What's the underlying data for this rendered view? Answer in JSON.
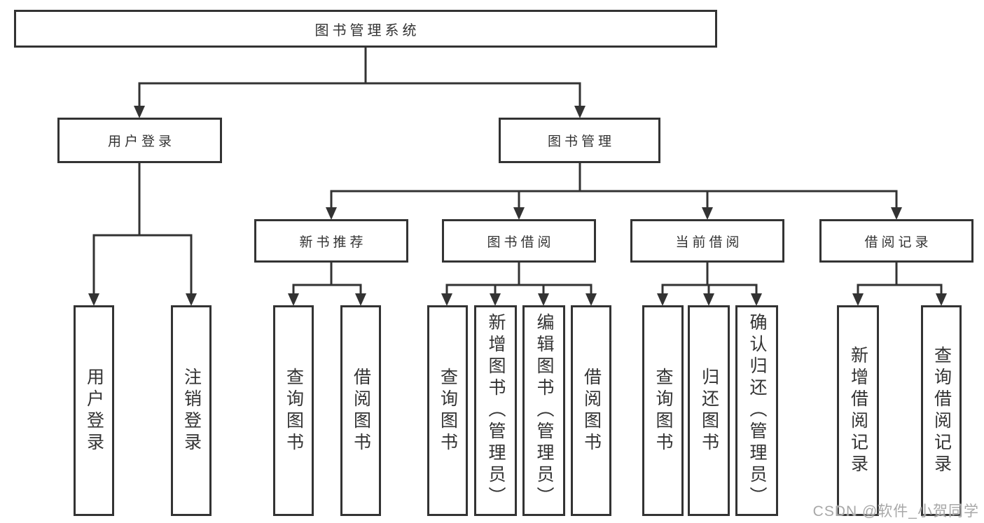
{
  "tree": {
    "root": {
      "label": "图书管理系统"
    },
    "branches": [
      {
        "label": "用户登录",
        "children": [
          "用户登录",
          "注销登录"
        ]
      },
      {
        "label": "图书管理",
        "sections": [
          {
            "label": "新书推荐",
            "children": [
              "查询图书",
              "借阅图书"
            ]
          },
          {
            "label": "图书借阅",
            "children": [
              "查询图书",
              "新增图书（管理员）",
              "编辑图书（管理员）",
              "借阅图书"
            ]
          },
          {
            "label": "当前借阅",
            "children": [
              "查询图书",
              "归还图书",
              "确认归还（管理员）"
            ]
          },
          {
            "label": "借阅记录",
            "children": [
              "新增借阅记录",
              "查询借阅记录"
            ]
          }
        ]
      }
    ]
  },
  "watermark": {
    "text": "CSDN @软件_小贺同学"
  },
  "colors": {
    "line": "#333333",
    "box_border": "#333333",
    "text": "#333333",
    "watermark": "#a8a8a8",
    "background": "#ffffff"
  }
}
